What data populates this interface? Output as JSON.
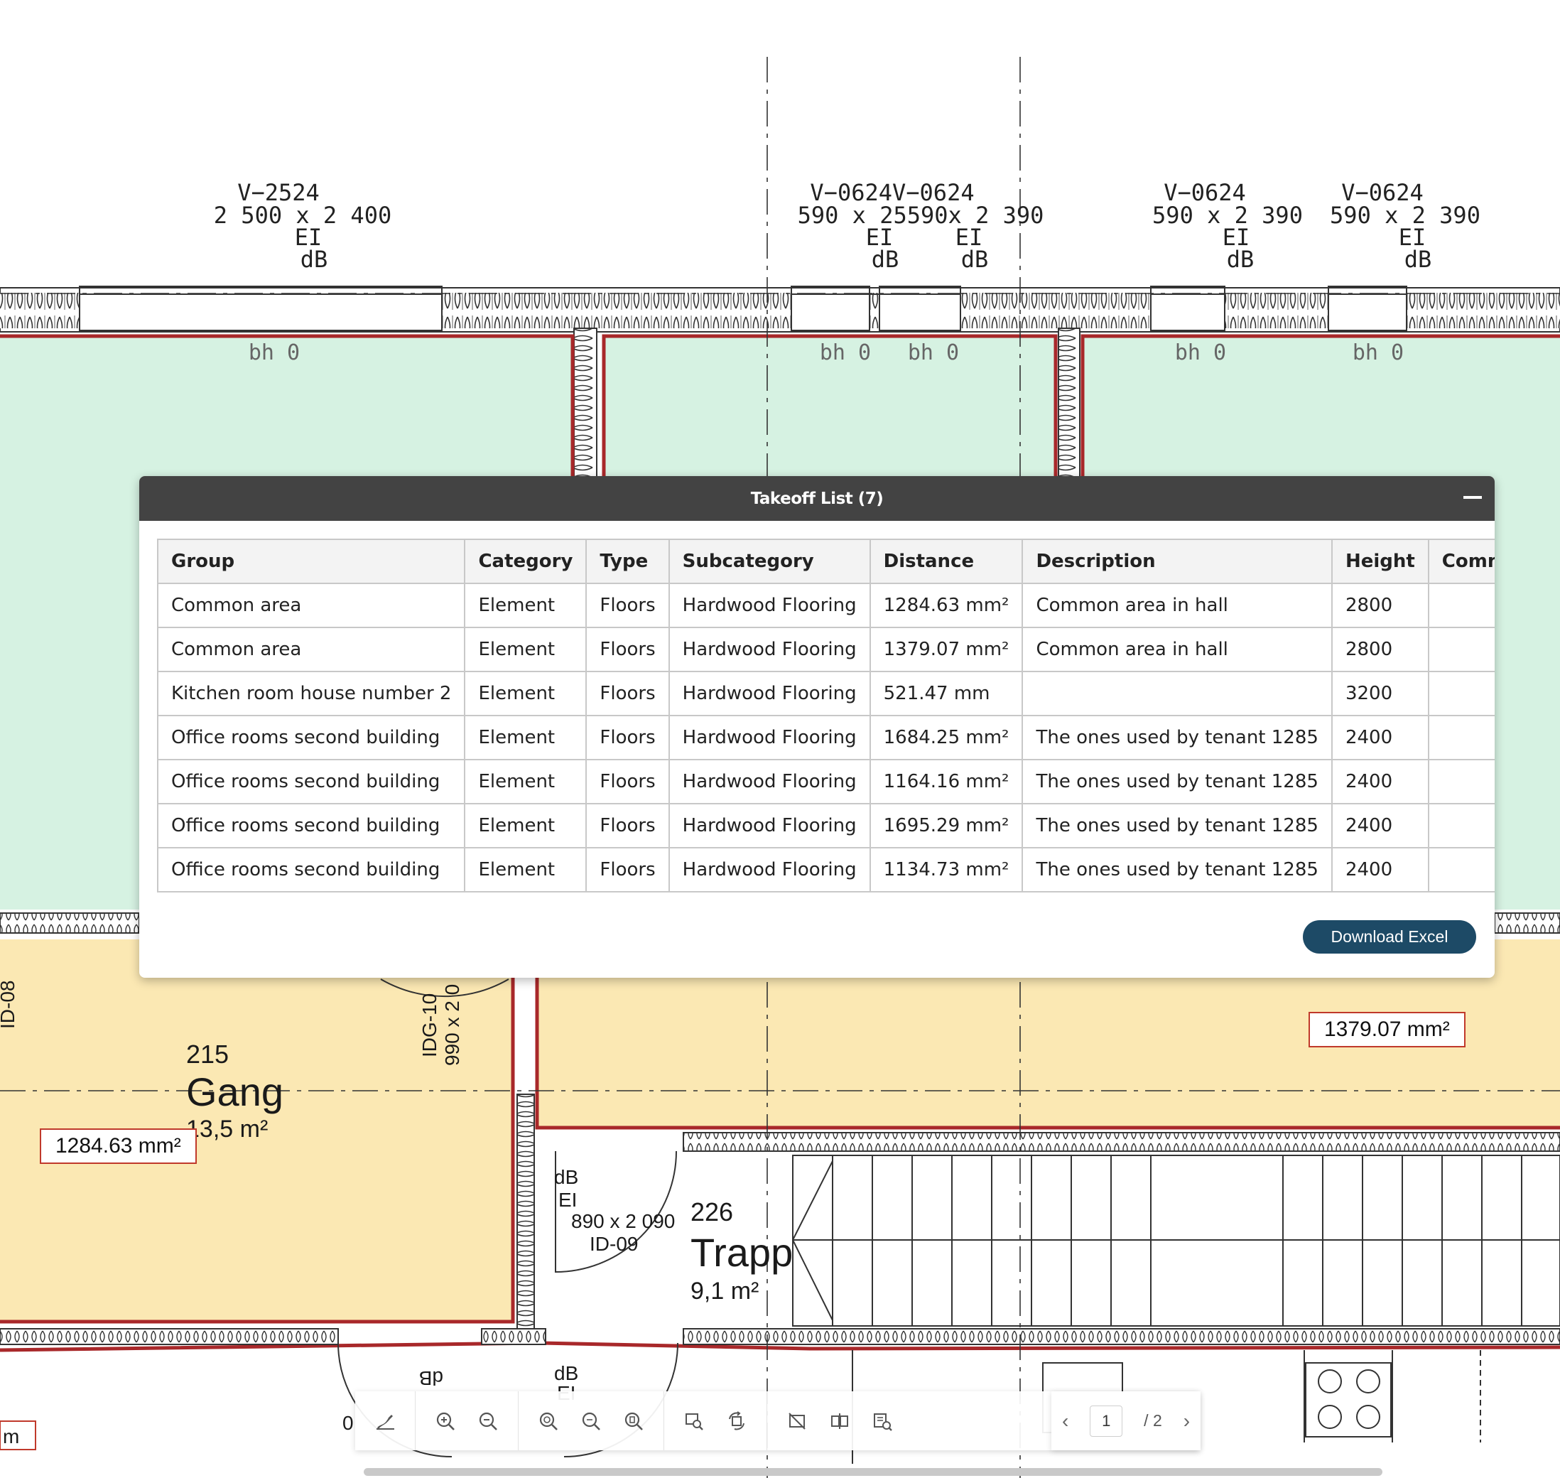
{
  "drawing": {
    "doors": [
      {
        "id": "V−2524",
        "size": "2 500 x 2 400",
        "rating": "EI",
        "sound": "dB"
      },
      {
        "id": "V−0624V−0624",
        "size": "590 x 25590x 2 390",
        "rating1": "EI",
        "rating2": "EI",
        "sound1": "dB",
        "sound2": "dB"
      },
      {
        "id": "V−0624",
        "size": "590 x 2 390",
        "rating": "EI",
        "sound": "dB"
      },
      {
        "id": "V−0624",
        "size": "590 x 2 390",
        "rating": "EI",
        "sound": "dB"
      }
    ],
    "sill_labels": [
      "bh 0",
      "bh 0",
      "bh 0",
      "bh 0",
      "bh 0"
    ],
    "room_gang": {
      "number": "215",
      "name": "Gang",
      "area": "13,5 m²"
    },
    "room_trapp": {
      "number": "226",
      "name": "Trapp",
      "area": "9,1 m²"
    },
    "door_idg10": {
      "id": "IDG-10",
      "size": "990 x 2 0"
    },
    "door_id09": {
      "sound": "dB",
      "rating": "EI",
      "size": "890 x 2 090",
      "id": "ID-09"
    },
    "side_label": "ID-08",
    "bottom_labels": {
      "dB_left": "dB",
      "dB_right": "dB",
      "ei_right": "EI",
      "zero": "0",
      "m_label": "m"
    }
  },
  "measurements": {
    "gang": "1284.63 mm²",
    "right": "1379.07 mm²"
  },
  "takeoff": {
    "title": "Takeoff List (7)",
    "columns": [
      "Group",
      "Category",
      "Type",
      "Subcategory",
      "Distance",
      "Description",
      "Height",
      "Comments"
    ],
    "rows": [
      [
        "Common area",
        "Element",
        "Floors",
        "Hardwood Flooring",
        "1284.63 mm²",
        "Common area in hall",
        "2800",
        ""
      ],
      [
        "Common area",
        "Element",
        "Floors",
        "Hardwood Flooring",
        "1379.07 mm²",
        "Common area in hall",
        "2800",
        ""
      ],
      [
        "Kitchen room house number 2",
        "Element",
        "Floors",
        "Hardwood Flooring",
        "521.47 mm",
        "",
        "3200",
        ""
      ],
      [
        "Office rooms second building",
        "Element",
        "Floors",
        "Hardwood Flooring",
        "1684.25 mm²",
        "The ones used by tenant 1285",
        "2400",
        ""
      ],
      [
        "Office rooms second building",
        "Element",
        "Floors",
        "Hardwood Flooring",
        "1164.16 mm²",
        "The ones used by tenant 1285",
        "2400",
        ""
      ],
      [
        "Office rooms second building",
        "Element",
        "Floors",
        "Hardwood Flooring",
        "1695.29 mm²",
        "The ones used by tenant 1285",
        "2400",
        ""
      ],
      [
        "Office rooms second building",
        "Element",
        "Floors",
        "Hardwood Flooring",
        "1134.73 mm²",
        "The ones used by tenant 1285",
        "2400",
        ""
      ]
    ],
    "download_label": "Download Excel"
  },
  "pager": {
    "current": "1",
    "total": "/ 2"
  },
  "toolbar_icons": [
    "pen-icon",
    "zoom-in-icon",
    "zoom-out-icon",
    "zoom-in-alt-icon",
    "zoom-out-alt-icon",
    "zoom-fit-icon",
    "select-zoom-icon",
    "rotate-icon",
    "hide-markup-icon",
    "compare-icon",
    "measure-list-icon"
  ],
  "colors": {
    "room_green": "#d6f2e2",
    "room_yellow": "#fbe8b3",
    "wall_red": "#a8282a",
    "header": "#434343",
    "button": "#1d4a66"
  }
}
